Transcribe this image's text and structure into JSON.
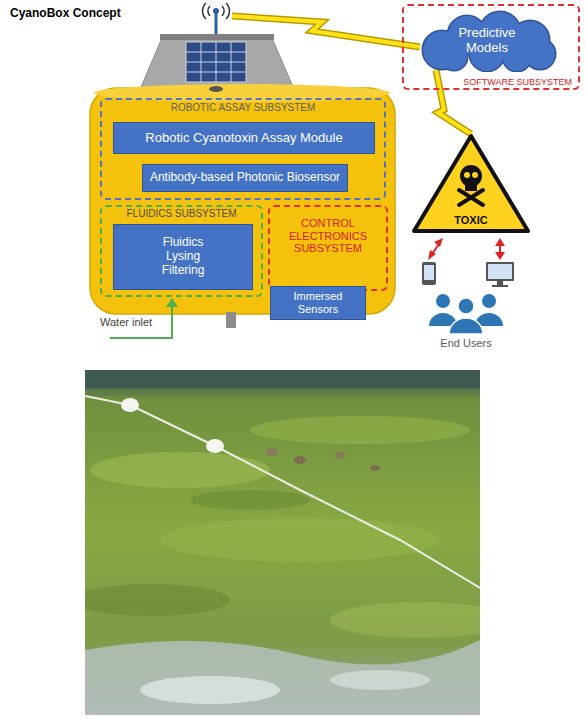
{
  "diagram": {
    "title": "CyanoBox Concept",
    "nodes": [
      {
        "text": [
          "ROBOTIC ASSAY SUBSYSTEM"
        ]
      },
      {
        "text": [
          "Robotic Cyanotoxin Assay Module"
        ],
        "in": 0
      },
      {
        "text": [
          "Antibody-based Photonic Biosensor"
        ],
        "in": 0
      },
      {
        "text": [
          "FLUIDICS SUBSYSTEM"
        ]
      },
      {
        "text": [
          "Fluidics Lysing Filtering"
        ],
        "in": 3
      },
      {
        "text": [
          "CONTROL ELECTRONICS SUBSYSTEM"
        ]
      },
      {
        "text": [
          "Immersed Sensors"
        ]
      },
      {
        "text": [
          "SOFTWARE SUBSYSTEM"
        ]
      },
      {
        "text": [
          "Predictive Models"
        ],
        "in": 7
      },
      {
        "text": [
          "TOXIC"
        ]
      }
    ],
    "edges": [
      {
        "from": 8,
        "to": 9,
        "arrow": "none"
      }
    ],
    "labels": [
      "Water inlet",
      "End Users"
    ]
  }
}
